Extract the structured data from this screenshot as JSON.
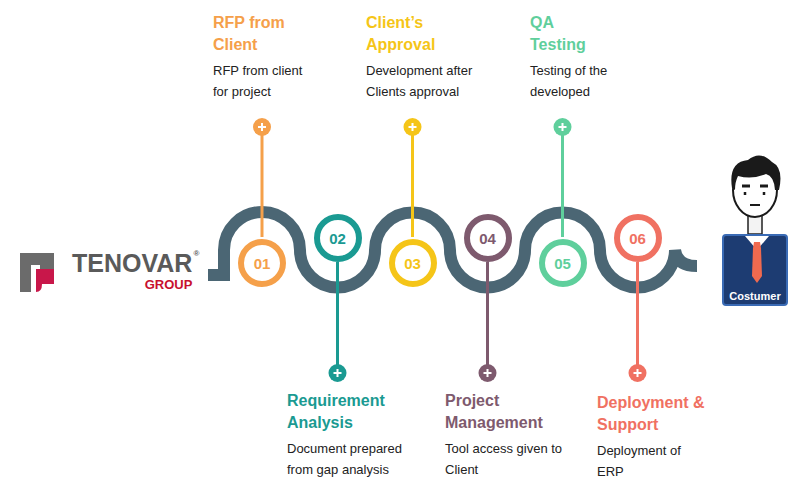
{
  "diagram": {
    "nodes": [
      {
        "text": [
          "01"
        ]
      },
      {
        "text": [
          "02"
        ]
      },
      {
        "text": [
          "03"
        ]
      },
      {
        "text": [
          "04"
        ]
      },
      {
        "text": [
          "05"
        ]
      },
      {
        "text": [
          "06"
        ]
      },
      {
        "text": [
          "Costumer"
        ]
      }
    ],
    "labels": [
      "TENOVAR",
      "®",
      "GROUP",
      "RFP from Client",
      "RFP from client for project",
      "Requirement Analysis",
      "Document prepared from gap analysis",
      "Client’s Approval",
      "Development after Clients approval",
      "Project Management",
      "Tool access given to Client",
      "QA Testing",
      "Testing of the developed",
      "Deployment & Support",
      "Deployment of ERP"
    ]
  }
}
